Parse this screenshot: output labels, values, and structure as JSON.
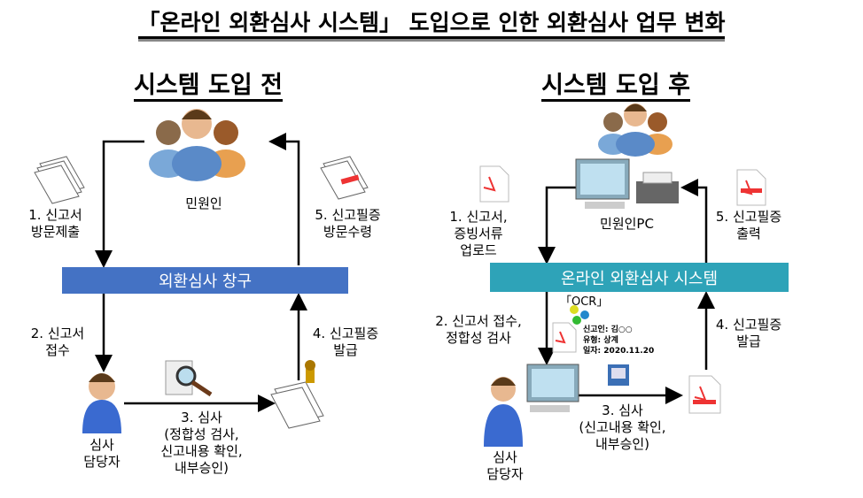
{
  "title": "「온라인 외환심사 시스템」 도입으로 인한 외환심사 업무 변화",
  "before": {
    "heading": "시스템 도입 전",
    "applicant": "민원인",
    "bar": "외환심사 창구",
    "step1": "1. 신고서\n방문제출",
    "step5": "5. 신고필증\n방문수령",
    "step2": "2. 신고서\n접수",
    "step4": "4. 신고필증\n발급",
    "reviewer": "심사\n담당자",
    "step3": "3. 심사\n(정합성 검사,\n신고내용 확인,\n내부승인)"
  },
  "after": {
    "heading": "시스템 도입 후",
    "applicant": "민원인PC",
    "bar": "온라인 외환심사 시스템",
    "step1": "1. 신고서,\n증빙서류\n업로드",
    "step5": "5. 신고필증\n출력",
    "step2": "2. 신고서 접수,\n정합성 검사",
    "step4": "4. 신고필증\n발급",
    "reviewer": "심사\n담당자",
    "step3": "3. 심사\n(신고내용 확인,\n내부승인)",
    "ocr": {
      "label": "「OCR」",
      "line1": "신고인: 김○○",
      "line2": "유형: 상계",
      "line3": "일자: 2020.11.20"
    }
  },
  "colors": {
    "before_bar": "#4472C4",
    "after_bar": "#2EA3B8"
  }
}
